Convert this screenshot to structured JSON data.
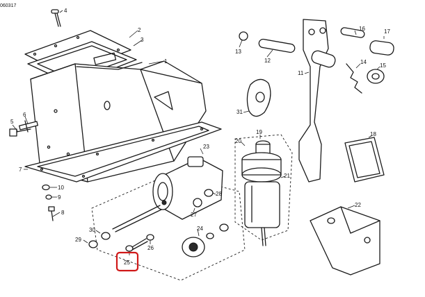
{
  "diagram": {
    "drawing_code": "060317",
    "highlighted_callout": "25",
    "highlight_color": "#d01818",
    "callouts": [
      "1",
      "2",
      "3",
      "4",
      "5",
      "6",
      "7",
      "8",
      "9",
      "10",
      "11",
      "12",
      "13",
      "14",
      "15",
      "16",
      "17",
      "18",
      "19",
      "20",
      "21",
      "22",
      "23",
      "24",
      "25",
      "26",
      "27",
      "28",
      "29",
      "30",
      "31"
    ]
  }
}
